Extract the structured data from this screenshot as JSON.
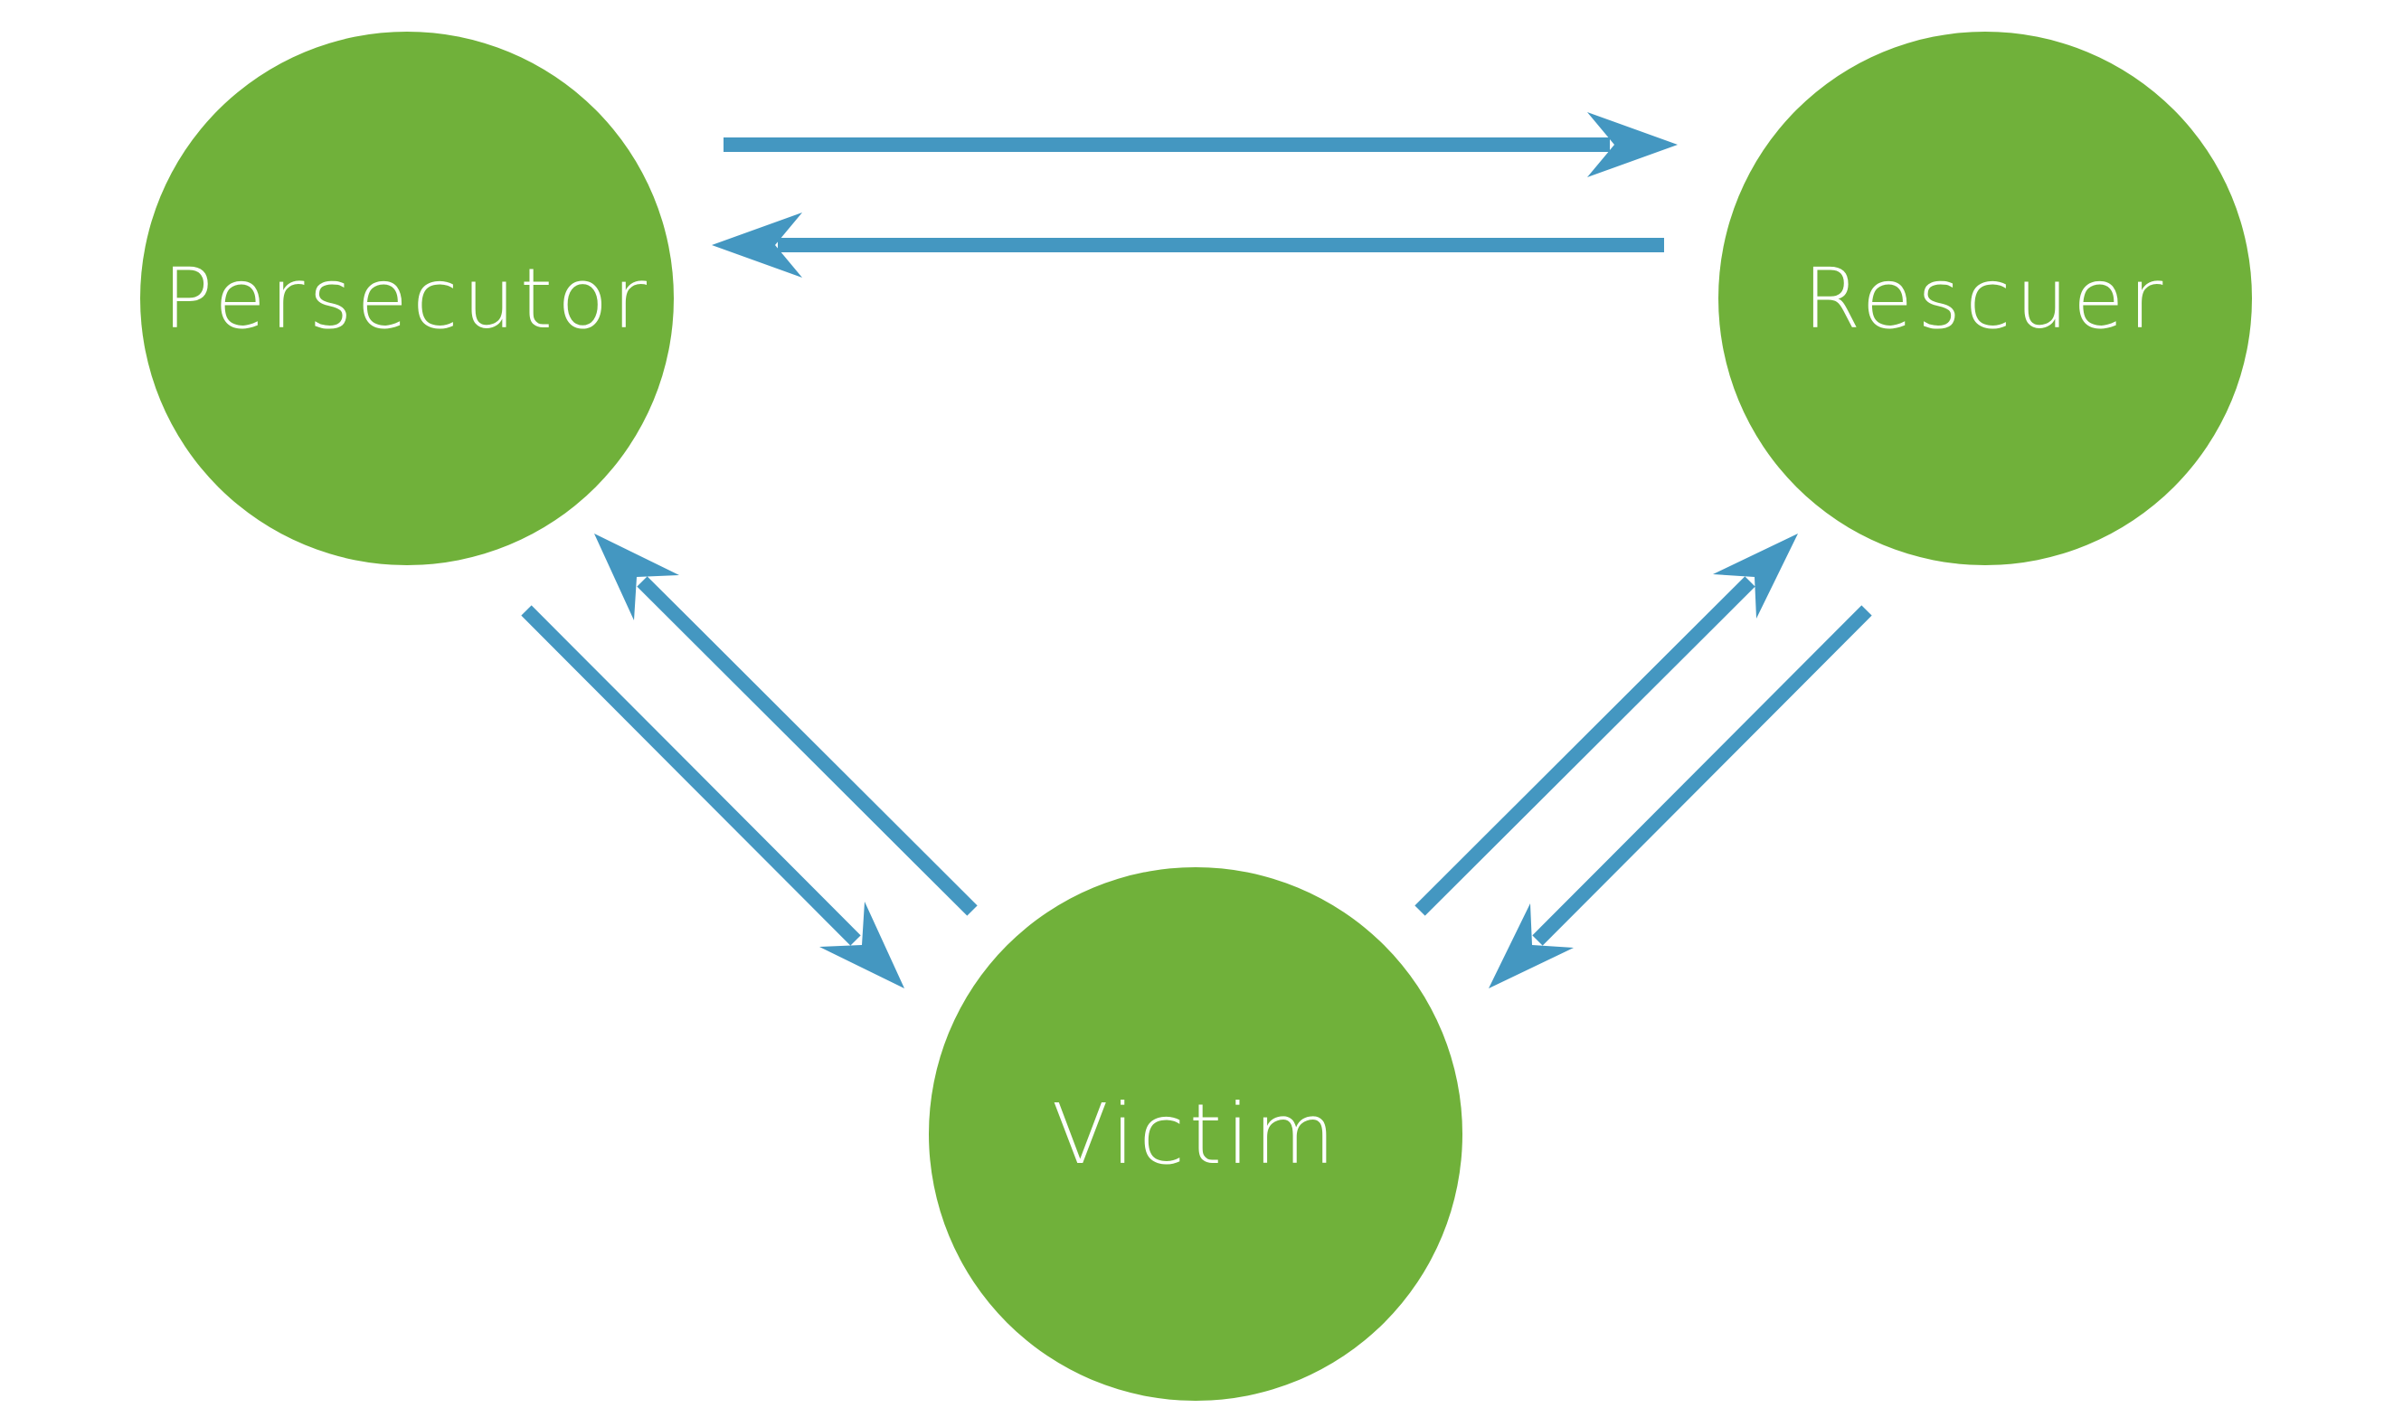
{
  "nodes": {
    "persecutor": {
      "label": "Persecutor"
    },
    "rescuer": {
      "label": "Rescuer"
    },
    "victim": {
      "label": "Victim"
    }
  },
  "edges": [
    {
      "from": "Persecutor",
      "to": "Rescuer"
    },
    {
      "from": "Rescuer",
      "to": "Persecutor"
    },
    {
      "from": "Persecutor",
      "to": "Victim"
    },
    {
      "from": "Victim",
      "to": "Persecutor"
    },
    {
      "from": "Victim",
      "to": "Rescuer"
    },
    {
      "from": "Rescuer",
      "to": "Victim"
    }
  ],
  "colors": {
    "node_fill": "#70b13a",
    "node_text": "#ffffff",
    "arrow": "#4497c1",
    "background": "#ffffff"
  }
}
